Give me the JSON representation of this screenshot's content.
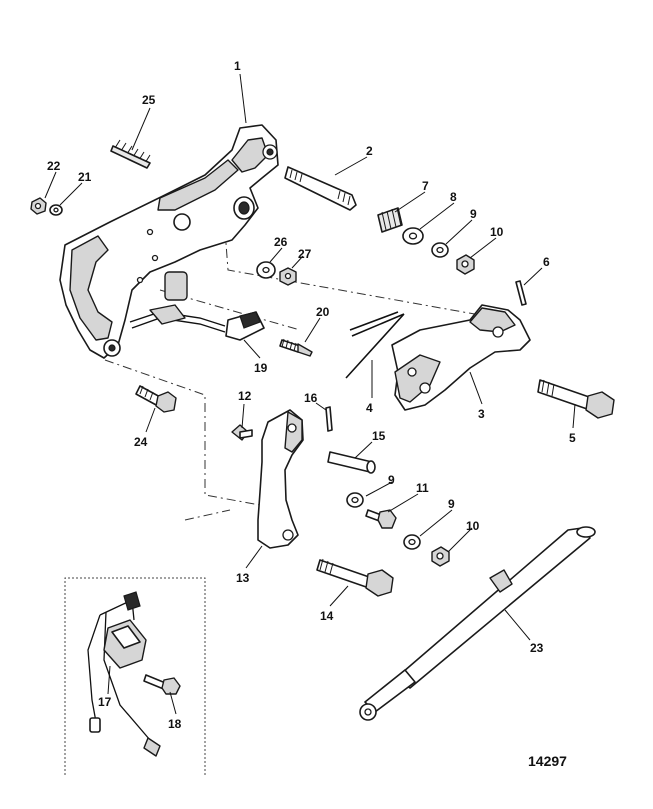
{
  "figure_number": "14297",
  "callouts": [
    "1",
    "2",
    "3",
    "4",
    "5",
    "6",
    "7",
    "8",
    "9",
    "10",
    "11",
    "12",
    "13",
    "14",
    "15",
    "16",
    "17",
    "18",
    "19",
    "20",
    "21",
    "22",
    "23",
    "24",
    "25",
    "26",
    "27",
    "9",
    "10",
    "9",
    "10"
  ]
}
